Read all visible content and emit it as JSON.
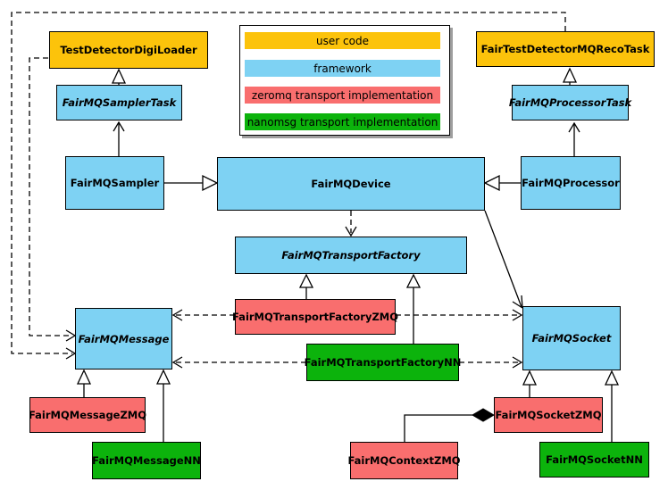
{
  "legend": {
    "items": [
      {
        "label": "user code",
        "color": "#FCC30B"
      },
      {
        "label": "framework",
        "color": "#7ED2F3"
      },
      {
        "label": "zeromq transport implementation",
        "color": "#F96E6E"
      },
      {
        "label": "nanomsg transport implementation",
        "color": "#0CB30C"
      }
    ]
  },
  "nodes": {
    "digiLoader": "TestDetectorDigiLoader",
    "recoTask": "FairTestDetectorMQRecoTask",
    "samplerTask": "FairMQSamplerTask",
    "processorTask": "FairMQProcessorTask",
    "sampler": "FairMQSampler",
    "device": "FairMQDevice",
    "processor": "FairMQProcessor",
    "transportFactory": "FairMQTransportFactory",
    "factoryZMQ": "FairMQTransportFactoryZMQ",
    "factoryNN": "FairMQTransportFactoryNN",
    "message": "FairMQMessage",
    "socket": "FairMQSocket",
    "messageZMQ": "FairMQMessageZMQ",
    "messageNN": "FairMQMessageNN",
    "contextZMQ": "FairMQContextZMQ",
    "socketZMQ": "FairMQSocketZMQ",
    "socketNN": "FairMQSocketNN"
  },
  "edges": [
    {
      "from": "samplerTask",
      "to": "digiLoader",
      "type": "inheritance-triangle"
    },
    {
      "from": "sampler",
      "to": "samplerTask",
      "type": "open-arrow"
    },
    {
      "from": "sampler",
      "to": "device",
      "type": "inheritance-triangle"
    },
    {
      "from": "processorTask",
      "to": "recoTask",
      "type": "inheritance-triangle"
    },
    {
      "from": "processor",
      "to": "processorTask",
      "type": "open-arrow"
    },
    {
      "from": "processor",
      "to": "device",
      "type": "inheritance-triangle"
    },
    {
      "from": "device",
      "to": "transportFactory",
      "type": "dashed-open-arrow"
    },
    {
      "from": "device",
      "to": "socket",
      "type": "open-arrow"
    },
    {
      "from": "factoryZMQ",
      "to": "transportFactory",
      "type": "inheritance-triangle"
    },
    {
      "from": "factoryNN",
      "to": "transportFactory",
      "type": "inheritance-triangle"
    },
    {
      "from": "factoryZMQ",
      "to": "message",
      "type": "dashed-open-arrow"
    },
    {
      "from": "factoryZMQ",
      "to": "socket",
      "type": "dashed-open-arrow"
    },
    {
      "from": "factoryNN",
      "to": "message",
      "type": "dashed-open-arrow"
    },
    {
      "from": "factoryNN",
      "to": "socket",
      "type": "dashed-open-arrow"
    },
    {
      "from": "messageZMQ",
      "to": "message",
      "type": "inheritance-triangle"
    },
    {
      "from": "messageNN",
      "to": "message",
      "type": "inheritance-triangle"
    },
    {
      "from": "socketZMQ",
      "to": "socket",
      "type": "inheritance-triangle"
    },
    {
      "from": "socketNN",
      "to": "socket",
      "type": "inheritance-triangle"
    },
    {
      "from": "contextZMQ",
      "to": "socketZMQ",
      "type": "composition-diamond"
    },
    {
      "from": "recoTask",
      "to": "message",
      "type": "dashed-open-arrow"
    },
    {
      "from": "digiLoader",
      "to": "message",
      "type": "dashed-open-arrow"
    }
  ],
  "colors": {
    "user_code": "#FCC30B",
    "framework": "#7ED2F3",
    "zeromq": "#F96E6E",
    "nanomsg": "#0CB30C",
    "border": "#000000",
    "background": "#FFFFFF",
    "legend_shadow": "#9E9E9E"
  }
}
